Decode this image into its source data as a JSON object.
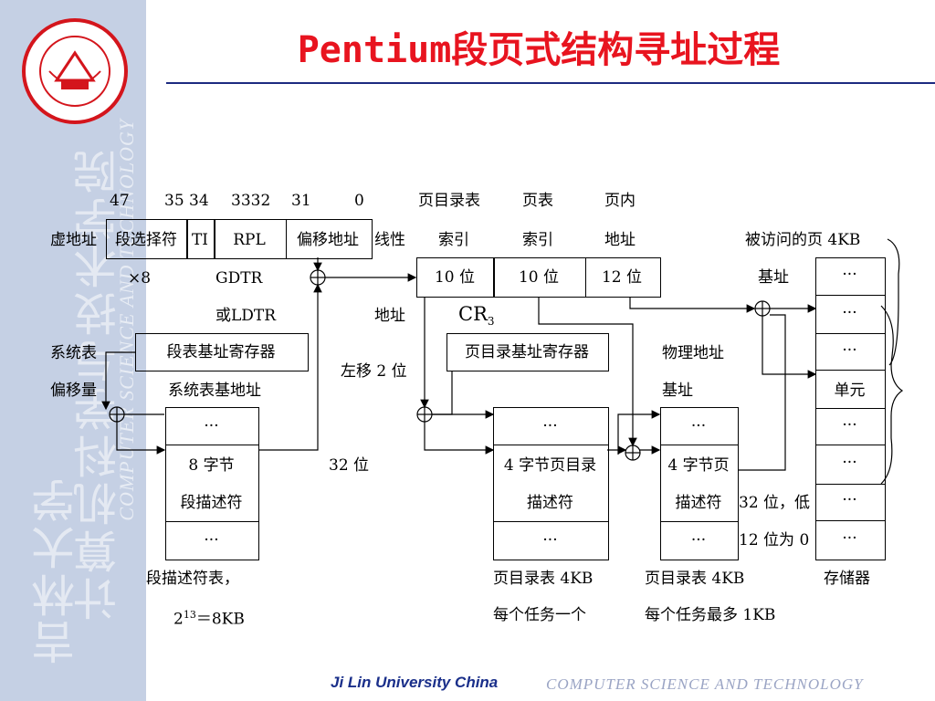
{
  "title": "Pentium段页式结构寻址过程",
  "sidebar": {
    "watermark_cn_1": "吉林大学",
    "watermark_cn_2": "计算机科学与技术学院",
    "watermark_en": "COMPUTER SCIENCE AND TECHNOLOGY"
  },
  "footer": {
    "left": "Ji Lin University China",
    "right": "COMPUTER   SCIENCE  AND  TECHNOLOGY"
  },
  "diagram": {
    "bit_47": "47",
    "bit_3534": "35 34",
    "bit_3332": "3332",
    "bit_31": "31",
    "bit_0": "0",
    "virtual_addr_label": "虚地址",
    "field_selector": "段选择符",
    "field_ti": "TI",
    "field_rpl": "RPL",
    "field_offset": "偏移地址",
    "linear_label": "线性",
    "linear_label2": "地址",
    "times8": "×8",
    "gdtr": "GDTR",
    "or_ldtr": "或LDTR",
    "sys_table_1": "系统表",
    "sys_table_2": "偏移量",
    "seg_table_base_reg": "段表基址寄存器",
    "sys_table_base": "系统表基地址",
    "dots": "···",
    "seg_desc_1": "8 字节",
    "seg_desc_2": "段描述符",
    "bits32": "32 位",
    "seg_table_1": "段描述符表，",
    "seg_table_2a": "2",
    "seg_table_2sup": "13",
    "seg_table_2b": "＝8KB",
    "pdir_idx_1": "页目录表",
    "pdir_idx_2": "索引",
    "ptab_idx_1": "页表",
    "ptab_idx_2": "索引",
    "pin_1": "页内",
    "pin_2": "地址",
    "field_10a": "10 位",
    "field_10b": "10 位",
    "field_12": "12 位",
    "cr3": "CR",
    "cr3_sub": "3",
    "shift_left": "左移 2 位",
    "pdir_base_reg": "页目录基址寄存器",
    "pdir_desc_1": "4 字节页目录",
    "pdir_desc_2": "描述符",
    "pdir_table_1": "页目录表 4KB",
    "pdir_table_2": "每个任务一个",
    "phys_base_1": "物理地址",
    "phys_base_2": "基址",
    "page_desc_1": "4 字节页",
    "page_desc_2": "描述符",
    "ptable_1": "页目录表 4KB",
    "ptable_2": "每个任务最多 1KB",
    "low_1": "32 位，低",
    "low_2": "12 位为 0",
    "accessed_page": "被访问的页 4KB",
    "base_label": "基址",
    "unit": "单元",
    "memory": "存储器"
  }
}
